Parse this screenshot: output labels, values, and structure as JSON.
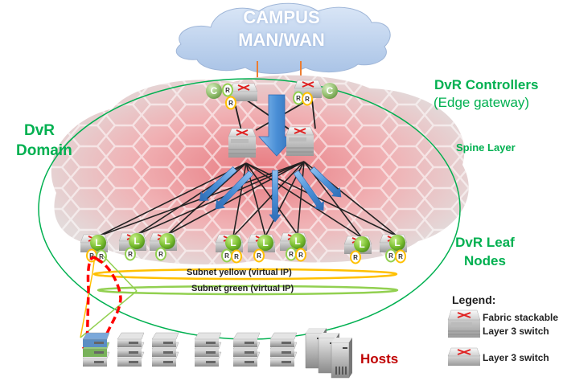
{
  "diagram": {
    "cloud": {
      "title": "CAMPUS MAN/WAN",
      "line1": "CAMPUS",
      "line2": "MAN/WAN"
    },
    "labels": {
      "domain_line1": "DvR",
      "domain_line2": "Domain",
      "controllers": "DvR Controllers",
      "controllers_sub": "(Edge gateway)",
      "spine": "Spine Layer",
      "leaf_line1": "DvR Leaf",
      "leaf_line2": "Nodes",
      "hosts": "Hosts"
    },
    "subnets": [
      {
        "label": "Subnet yellow (virtual IP)",
        "color": "#ffc000"
      },
      {
        "label": "Subnet green (virtual IP)",
        "color": "#92d050"
      }
    ],
    "badges": {
      "controller": "C",
      "leaf": "L",
      "router": "R"
    },
    "controllers": [
      {
        "name": "controller-1",
        "badges": [
          "R-green",
          "R-yellow"
        ]
      },
      {
        "name": "controller-2",
        "badges": [
          "R-green",
          "R-yellow"
        ]
      }
    ],
    "spine_switches": 2,
    "leaf_nodes": [
      {
        "badge": "L",
        "routers": [
          "yellow",
          "green"
        ]
      },
      {
        "badge": "L",
        "routers": [
          "green"
        ]
      },
      {
        "badge": "L",
        "routers": [
          "green"
        ]
      },
      {
        "badge": "L",
        "routers": [
          "green",
          "yellow"
        ]
      },
      {
        "badge": "L",
        "routers": [
          "yellow"
        ]
      },
      {
        "badge": "L",
        "routers": [
          "green",
          "yellow"
        ]
      },
      {
        "badge": "L",
        "routers": [
          "yellow"
        ]
      },
      {
        "badge": "L",
        "routers": [
          "green",
          "yellow"
        ]
      }
    ],
    "legend": {
      "title": "Legend:",
      "items": [
        {
          "icon": "fabric-stackable-switch-icon",
          "line1": "Fabric stackable",
          "line2": "Layer 3 switch"
        },
        {
          "icon": "layer3-switch-icon",
          "line1": "Layer 3 switch"
        }
      ]
    },
    "colors": {
      "domain_green": "#00b050",
      "subnet_yellow": "#ffc000",
      "subnet_green": "#92d050",
      "flow_red": "#ff0000",
      "arrow_blue": "#4a8fd6",
      "uplink_orange": "#ed7d31",
      "hosts_red": "#c00000"
    }
  }
}
